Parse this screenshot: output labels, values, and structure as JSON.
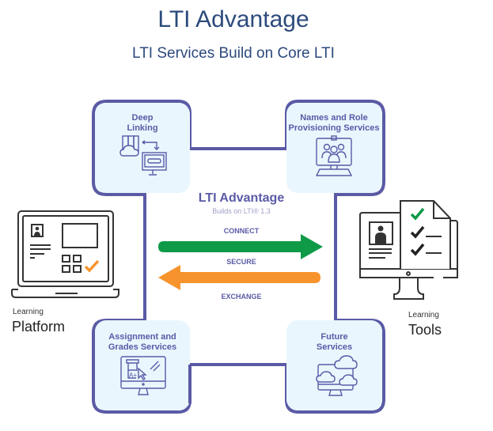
{
  "header": {
    "title": "LTI Advantage",
    "subtitle": "LTI Services Build on Core LTI"
  },
  "center": {
    "title": "LTI Advantage",
    "subtitle": "Builds on LTI® 1.3",
    "labels": [
      "CONNECT",
      "SECURE",
      "EXCHANGE"
    ]
  },
  "services": [
    {
      "line1": "Deep",
      "line2": "Linking",
      "icon": "deep-linking-icon"
    },
    {
      "line1": "Names and Role",
      "line2": "Provisioning Services",
      "icon": "names-roles-icon"
    },
    {
      "line1": "Assignment and",
      "line2": "Grades Services",
      "icon": "assignment-grades-icon"
    },
    {
      "line1": "Future",
      "line2": "Services",
      "icon": "future-services-icon"
    }
  ],
  "platform": {
    "small": "Learning",
    "big": "Platform"
  },
  "tools": {
    "small": "Learning",
    "big": "Tools"
  },
  "colors": {
    "title": "#2c4a7c",
    "frame": "#5a5aa6",
    "box_fill": "#e9f6fd",
    "connect_arrow": "#0f9a48",
    "exchange_arrow": "#f7932d",
    "icon_stroke": "#333333",
    "check_orange": "#f7932d",
    "check_green": "#0f9a48"
  }
}
